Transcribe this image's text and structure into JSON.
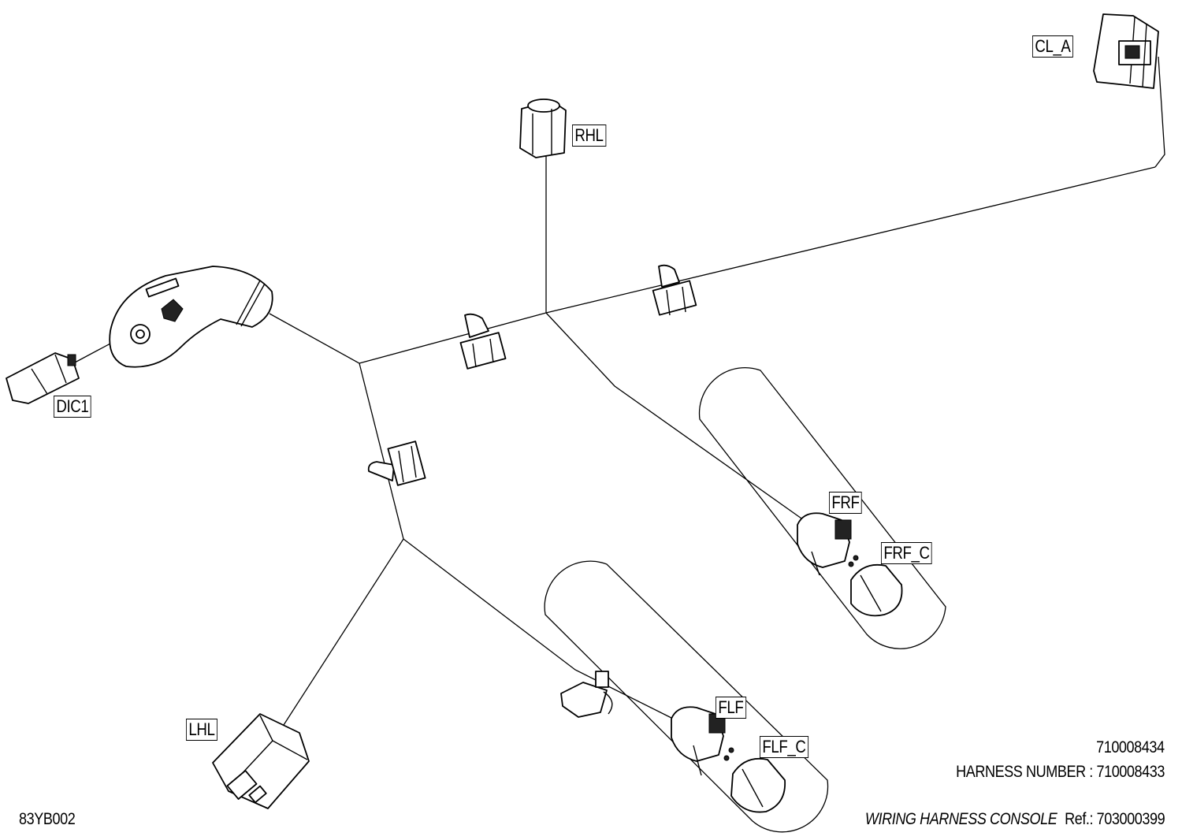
{
  "diagram": {
    "title": "WIRING HARNESS  CONSOLE",
    "ref_label": "Ref.:",
    "ref_number": "703000399",
    "harness_label": "HARNESS NUMBER :",
    "harness_number": "710008433",
    "part_number": "710008434",
    "figure_code": "83YB002"
  },
  "connectors": {
    "cl_a": "CL_A",
    "rhl": "RHL",
    "dic1": "DIC1",
    "frf": "FRF",
    "frf_c": "FRF_C",
    "flf": "FLF",
    "flf_c": "FLF_C",
    "lhl": "LHL"
  }
}
